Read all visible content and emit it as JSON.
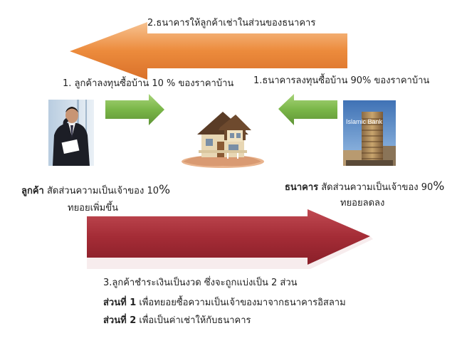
{
  "top_arrow": {
    "label": "2.ธนาคารให้ลูกค้าเช่าในส่วนของธนาคาร"
  },
  "customer": {
    "invest_label": "1. ลูกค้าลงทุนซื้อบ้าน 10 % ของราคาบ้าน",
    "name": "ลูกค้า",
    "share_text": "สัดส่วนความเป็นเจ้าของ 10",
    "share_pct_sign": "%",
    "share_change": "ทยอยเพิ่มขึ้น"
  },
  "bank": {
    "invest_label": "1.ธนาคารลงทุนซื้อบ้าน 90% ของราคาบ้าน",
    "name": "ธนาคาร",
    "share_text": "สัดส่วนความเป็นเจ้าของ 90",
    "share_pct_sign": "%",
    "share_change": "ทยอยลดลง",
    "building_sign": "Islamic Bank"
  },
  "bottom_arrow": {
    "label": "3.ลูกค้าชำระเงินเป็นงวด ซึ่งจะถูกแบ่งเป็น 2 ส่วน",
    "part1_title": "ส่วนที่ 1",
    "part1_text": "เพื่อทยอยซื้อความเป็นเจ้าของมาจากธนาคารอิสลาม",
    "part2_title": "ส่วนที่ 2",
    "part2_text": "เพื่อเป็นค่าเช่าให้กับธนาคาร"
  },
  "colors": {
    "orange_arrow": "#e98a3a",
    "green_arrow": "#7ab648",
    "red_arrow": "#a8323a"
  },
  "icons": {
    "customer_photo": "businessman-icon",
    "house_photo": "house-in-hands-icon",
    "bank_photo": "bank-building-icon"
  }
}
